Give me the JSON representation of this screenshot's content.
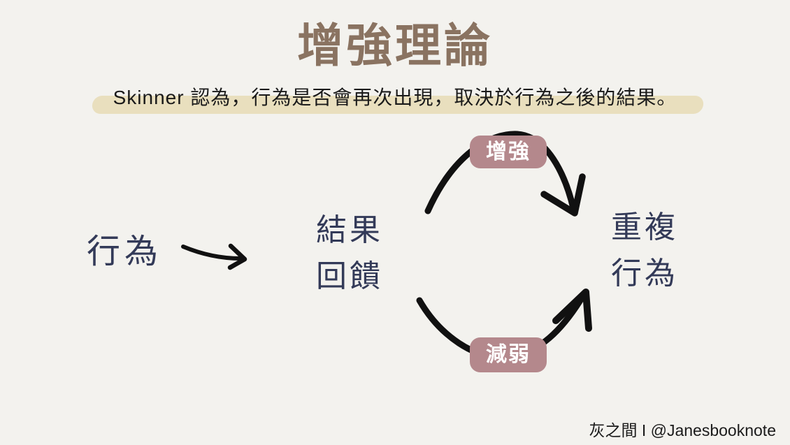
{
  "page": {
    "background": "#f3f2ee"
  },
  "title": {
    "text": "增強理論",
    "color": "#8a7361"
  },
  "subtitle": {
    "text": "Skinner 認為，行為是否會再次出現，取決於行為之後的結果。",
    "highlight_color": "#e9dfbe",
    "text_color": "#1a1a1a"
  },
  "diagram": {
    "behavior": "行為",
    "outcome_line1": "結果",
    "outcome_line2": "回饋",
    "repeat_line1": "重複",
    "repeat_line2": "行為",
    "badge_top": "增強",
    "badge_bottom": "減弱",
    "badge_color": "#b4888c",
    "badge_text_color": "#ffffff",
    "node_text_color": "#333a58",
    "arrow_color": "#111111"
  },
  "footer": {
    "text": "灰之間 I @Janesbooknote"
  }
}
